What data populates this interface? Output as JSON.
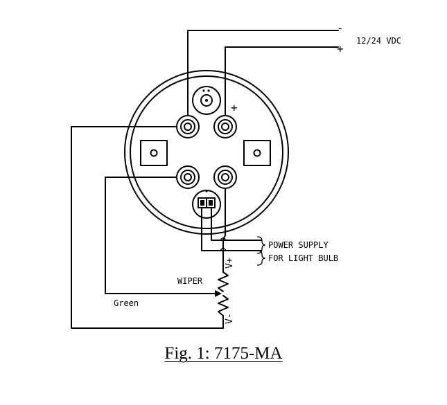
{
  "supply": {
    "neg": "-",
    "pos": "+",
    "label": "12/24 VDC"
  },
  "gauge": {
    "plus_mark": "+"
  },
  "light": {
    "line1": "POWER SUPPLY",
    "line2": "FOR LIGHT BULB"
  },
  "sender": {
    "wiper": "WIPER",
    "green": "Green",
    "vplus": "V+",
    "vminus": "V-"
  },
  "caption": "Fig. 1:  7175-MA"
}
